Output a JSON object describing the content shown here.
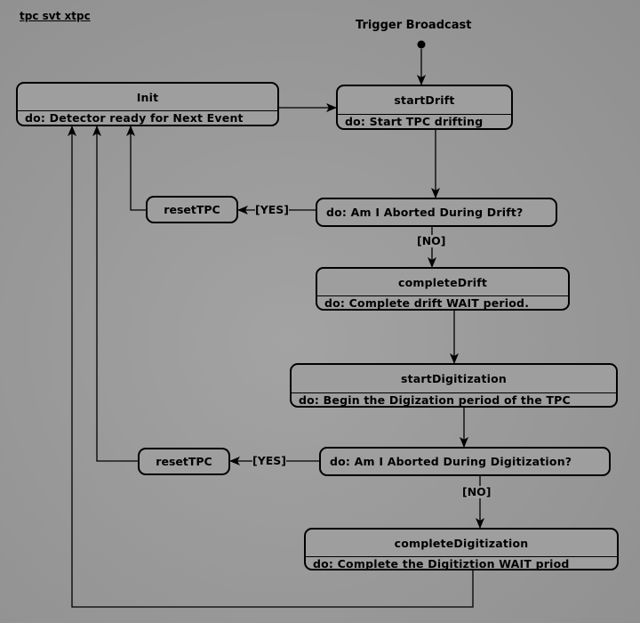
{
  "diagram": {
    "title": "tpc svt xtpc",
    "trigger_label": "Trigger Broadcast",
    "states": {
      "init": {
        "name": "Init",
        "activity": "do: Detector ready for Next Event"
      },
      "start_drift": {
        "name": "startDrift",
        "activity": "do: Start TPC drifting"
      },
      "reset_tpc_1": {
        "name": "resetTPC"
      },
      "drift_decision": {
        "activity": "do: Am I Aborted During Drift?"
      },
      "complete_drift": {
        "name": "completeDrift",
        "activity": "do: Complete drift WAIT period."
      },
      "start_digitization": {
        "name": "startDigitization",
        "activity": "do: Begin the Digization period of the TPC"
      },
      "reset_tpc_2": {
        "name": "resetTPC"
      },
      "digitization_decision": {
        "activity": "do: Am I Aborted During Digitization?"
      },
      "complete_digitization": {
        "name": "completeDigitization",
        "activity": "do: Complete the Digitiztion WAIT priod"
      }
    },
    "guards": {
      "drift_yes": "[YES]",
      "drift_no": "[NO]",
      "digitization_yes": "[YES]",
      "digitization_no": "[NO]"
    }
  }
}
